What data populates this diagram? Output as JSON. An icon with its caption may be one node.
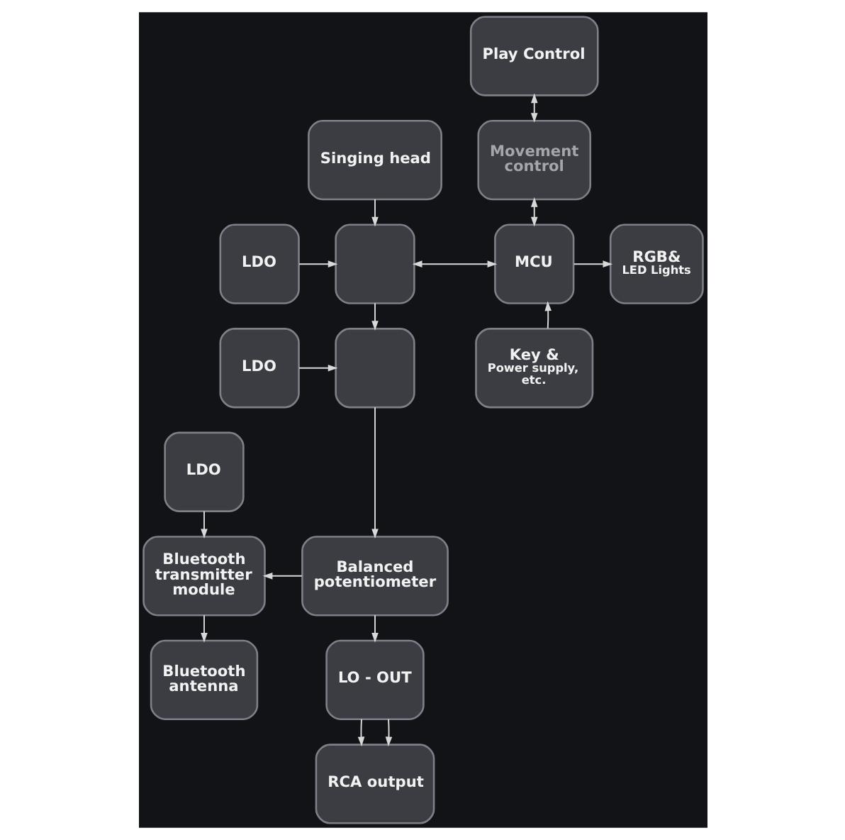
{
  "diagram": {
    "nodes": [
      {
        "text": [
          "Play Control"
        ]
      },
      {
        "text": [
          "Singing head"
        ]
      },
      {
        "text": [
          "Movement control"
        ]
      },
      {
        "text": [
          "LDO"
        ]
      },
      {
        "text": [],
        "shape": "box"
      },
      {
        "text": [
          "MCU"
        ]
      },
      {
        "text": [
          "RGB&",
          "LED Lights"
        ]
      },
      {
        "text": [
          "LDO"
        ]
      },
      {
        "text": [],
        "shape": "box"
      },
      {
        "text": [
          "Key &",
          "Power supply, etc."
        ]
      },
      {
        "text": [
          "LDO"
        ]
      },
      {
        "text": [
          "Bluetooth transmitter module"
        ]
      },
      {
        "text": [
          "Balanced potentiometer"
        ]
      },
      {
        "text": [
          "Bluetooth antenna"
        ]
      },
      {
        "text": [
          "LO - OUT"
        ]
      },
      {
        "text": [
          "RCA output"
        ]
      }
    ],
    "edges": [
      {
        "from": 0,
        "to": 2,
        "arrow": "both"
      },
      {
        "from": 1,
        "to": 4,
        "arrow": "to"
      },
      {
        "from": 2,
        "to": 5,
        "arrow": "both"
      },
      {
        "from": 3,
        "to": 4,
        "arrow": "to"
      },
      {
        "from": 4,
        "to": 5,
        "arrow": "both"
      },
      {
        "from": 5,
        "to": 6,
        "arrow": "to"
      },
      {
        "from": 4,
        "to": 8,
        "arrow": "to"
      },
      {
        "from": 7,
        "to": 8,
        "arrow": "to"
      },
      {
        "from": 9,
        "to": 5,
        "arrow": "to"
      },
      {
        "from": 10,
        "to": 11,
        "arrow": "to"
      },
      {
        "from": 8,
        "to": 12,
        "arrow": "to"
      },
      {
        "from": 12,
        "to": 11,
        "arrow": "to"
      },
      {
        "from": 11,
        "to": 13,
        "arrow": "to"
      },
      {
        "from": 12,
        "to": 14,
        "arrow": "to"
      },
      {
        "from": 14,
        "to": 15,
        "arrow": "to"
      },
      {
        "from": 14,
        "to": 15,
        "arrow": "to"
      }
    ]
  }
}
